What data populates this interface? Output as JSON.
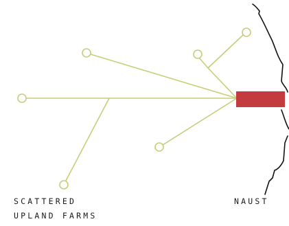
{
  "labels": {
    "farms_line1": "SCATTERED",
    "farms_line2": "UPLAND FARMS",
    "naust": "NAUST"
  },
  "colors": {
    "path_line": "#c7cd78",
    "node_fill": "#ffffff",
    "naust_box": "#c33a3f",
    "coastline": "#111111",
    "text": "#1a1a1a"
  }
}
